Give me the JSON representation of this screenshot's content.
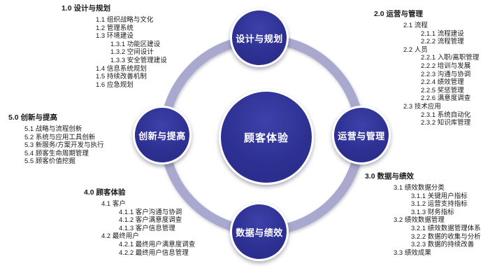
{
  "diagram": {
    "center": {
      "label": "顾客体验"
    },
    "satellites": [
      {
        "id": "top",
        "label": "设计与规划"
      },
      {
        "id": "right",
        "label": "运营与管理"
      },
      {
        "id": "bottom",
        "label": "数据与绩效"
      },
      {
        "id": "left",
        "label": "创新与提高"
      }
    ],
    "colors": {
      "node_fill": "#2e3192",
      "node_border": "#ffffff",
      "ring": "#a9a8ce",
      "node_text": "#ffffff",
      "list_text": "#1a1a1a"
    }
  },
  "lists": [
    {
      "id": "design",
      "heading": "1.0 设计与规划",
      "items": [
        {
          "level": 1,
          "text": "1.1 组织战略与文化"
        },
        {
          "level": 1,
          "text": "1.2 管理系统"
        },
        {
          "level": 1,
          "text": "1.3 环境建设"
        },
        {
          "level": 2,
          "text": "1.3.1 功能区建设"
        },
        {
          "level": 2,
          "text": "1.3.2 空间设计"
        },
        {
          "level": 2,
          "text": "1.3.3 安全管理建设"
        },
        {
          "level": 1,
          "text": "1.4 信息系统规划"
        },
        {
          "level": 1,
          "text": "1.5 持续改善机制"
        },
        {
          "level": 1,
          "text": "1.6 应急规划"
        }
      ]
    },
    {
      "id": "operations",
      "heading": "2.0 运营与管理",
      "items": [
        {
          "level": 1,
          "text": "2.1 流程"
        },
        {
          "level": 2,
          "text": "2.1.1 流程建设"
        },
        {
          "level": 2,
          "text": "2.2.2 流程管理"
        },
        {
          "level": 1,
          "text": "2.2 人员"
        },
        {
          "level": 2,
          "text": "2.2.1 入职/离职管理"
        },
        {
          "level": 2,
          "text": "2.2.2 培训与发展"
        },
        {
          "level": 2,
          "text": "2.2.3 沟通与协调"
        },
        {
          "level": 2,
          "text": "2.2.4 绩效管理"
        },
        {
          "level": 2,
          "text": "2.2.5 奖惩管理"
        },
        {
          "level": 2,
          "text": "2.2.6 满意度调查"
        },
        {
          "level": 1,
          "text": "2.3 技术应用"
        },
        {
          "level": 2,
          "text": "2.3.1 系统自动化"
        },
        {
          "level": 2,
          "text": "2.3.2 知识库管理"
        }
      ]
    },
    {
      "id": "data",
      "heading": "3.0 数据与绩效",
      "items": [
        {
          "level": 1,
          "text": "3.1 绩效数据分类"
        },
        {
          "level": 2,
          "text": "3.1.1 关键用户指标"
        },
        {
          "level": 2,
          "text": "3.1.2 运营支持指标"
        },
        {
          "level": 2,
          "text": "3.1.3 财务指标"
        },
        {
          "level": 1,
          "text": "3.2 绩效数据管理"
        },
        {
          "level": 2,
          "text": "3.2.1 绩效数据管理体系"
        },
        {
          "level": 2,
          "text": "3.2.2 数据的收集与分析"
        },
        {
          "level": 2,
          "text": "3.2.3 数据的持续改善"
        },
        {
          "level": 1,
          "text": "3.3 绩效成果"
        }
      ]
    },
    {
      "id": "customer",
      "heading": "4.0 顾客体验",
      "items": [
        {
          "level": 1,
          "text": "4.1 客户"
        },
        {
          "level": 2,
          "text": "4.1.1 客户沟通与协调"
        },
        {
          "level": 2,
          "text": "4.1.2 客户满意度调查"
        },
        {
          "level": 2,
          "text": "4.1.3 客户信息管理"
        },
        {
          "level": 1,
          "text": "4.2 最终用户"
        },
        {
          "level": 2,
          "text": "4.2.1 最终用户满意度调查"
        },
        {
          "level": 2,
          "text": "4.2.2 最终用户信息管理"
        }
      ]
    },
    {
      "id": "innovation",
      "heading": "5.0 创新与提高",
      "items": [
        {
          "level": 1,
          "text": "5.1 战略与流程创新"
        },
        {
          "level": 1,
          "text": "5.2 系统与应用工具创新"
        },
        {
          "level": 1,
          "text": "5.3 新服务/方案开发与执行"
        },
        {
          "level": 1,
          "text": "5.4 顾客生命周期管理"
        },
        {
          "level": 1,
          "text": "5.5 顾客价值挖掘"
        }
      ]
    }
  ]
}
